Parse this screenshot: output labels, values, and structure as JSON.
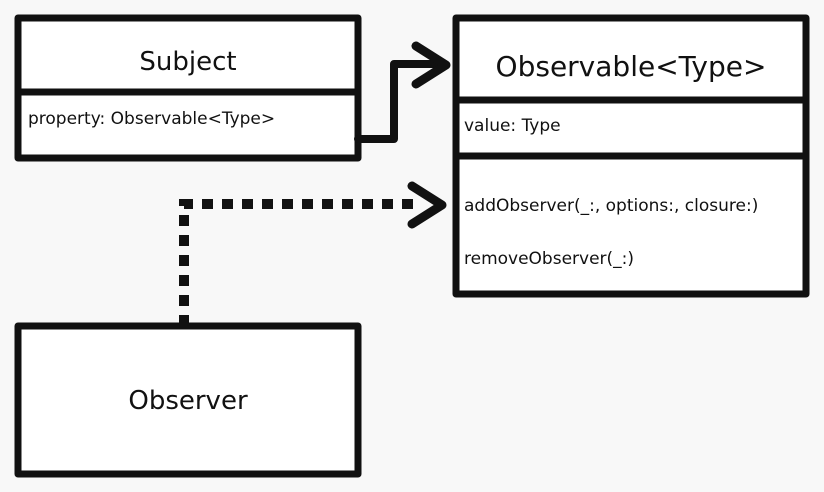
{
  "diagram": {
    "subject": {
      "name": "Subject",
      "attributes": [
        "property: Observable<Type>"
      ]
    },
    "observable": {
      "name": "Observable<Type>",
      "attributes": [
        "value: Type"
      ],
      "methods": [
        "addObserver(_:, options:, closure:)",
        "removeObserver(_:)"
      ]
    },
    "observer": {
      "name": "Observer"
    },
    "colors": {
      "line": "#111111",
      "background": "#f8f8f8",
      "box_fill": "#ffffff"
    }
  }
}
